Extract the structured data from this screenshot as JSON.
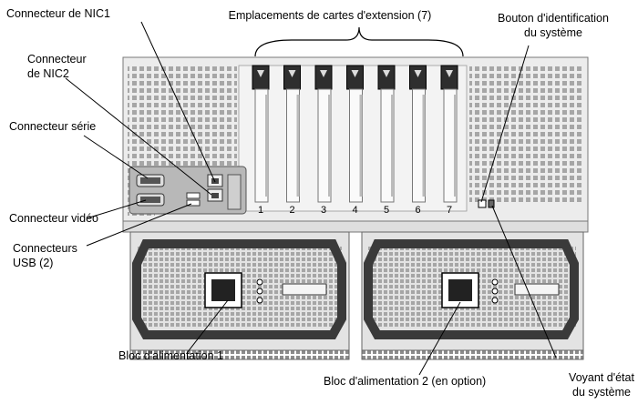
{
  "labels": {
    "nic1": "Connecteur de NIC1",
    "slots": "Emplacements de cartes d'extension (7)",
    "id_button_line1": "Bouton d'identification",
    "id_button_line2": "du système",
    "nic2_line1": "Connecteur",
    "nic2_line2": "de NIC2",
    "serial": "Connecteur série",
    "video": "Connecteur vidéo",
    "usb_line1": "Connecteurs",
    "usb_line2": "USB (2)",
    "psu1": "Bloc d'alimentation 1",
    "psu2": "Bloc d'alimentation 2 (en option)",
    "status_led_line1": "Voyant d'état",
    "status_led_line2": "du système"
  },
  "slot_numbers": [
    "1",
    "2",
    "3",
    "4",
    "5",
    "6",
    "7"
  ],
  "colors": {
    "chassis": "#ececec",
    "vent": "#9a9a9a",
    "handle": "#3a3a3a",
    "psu": "#dcdcdc",
    "leader": "#000000"
  }
}
